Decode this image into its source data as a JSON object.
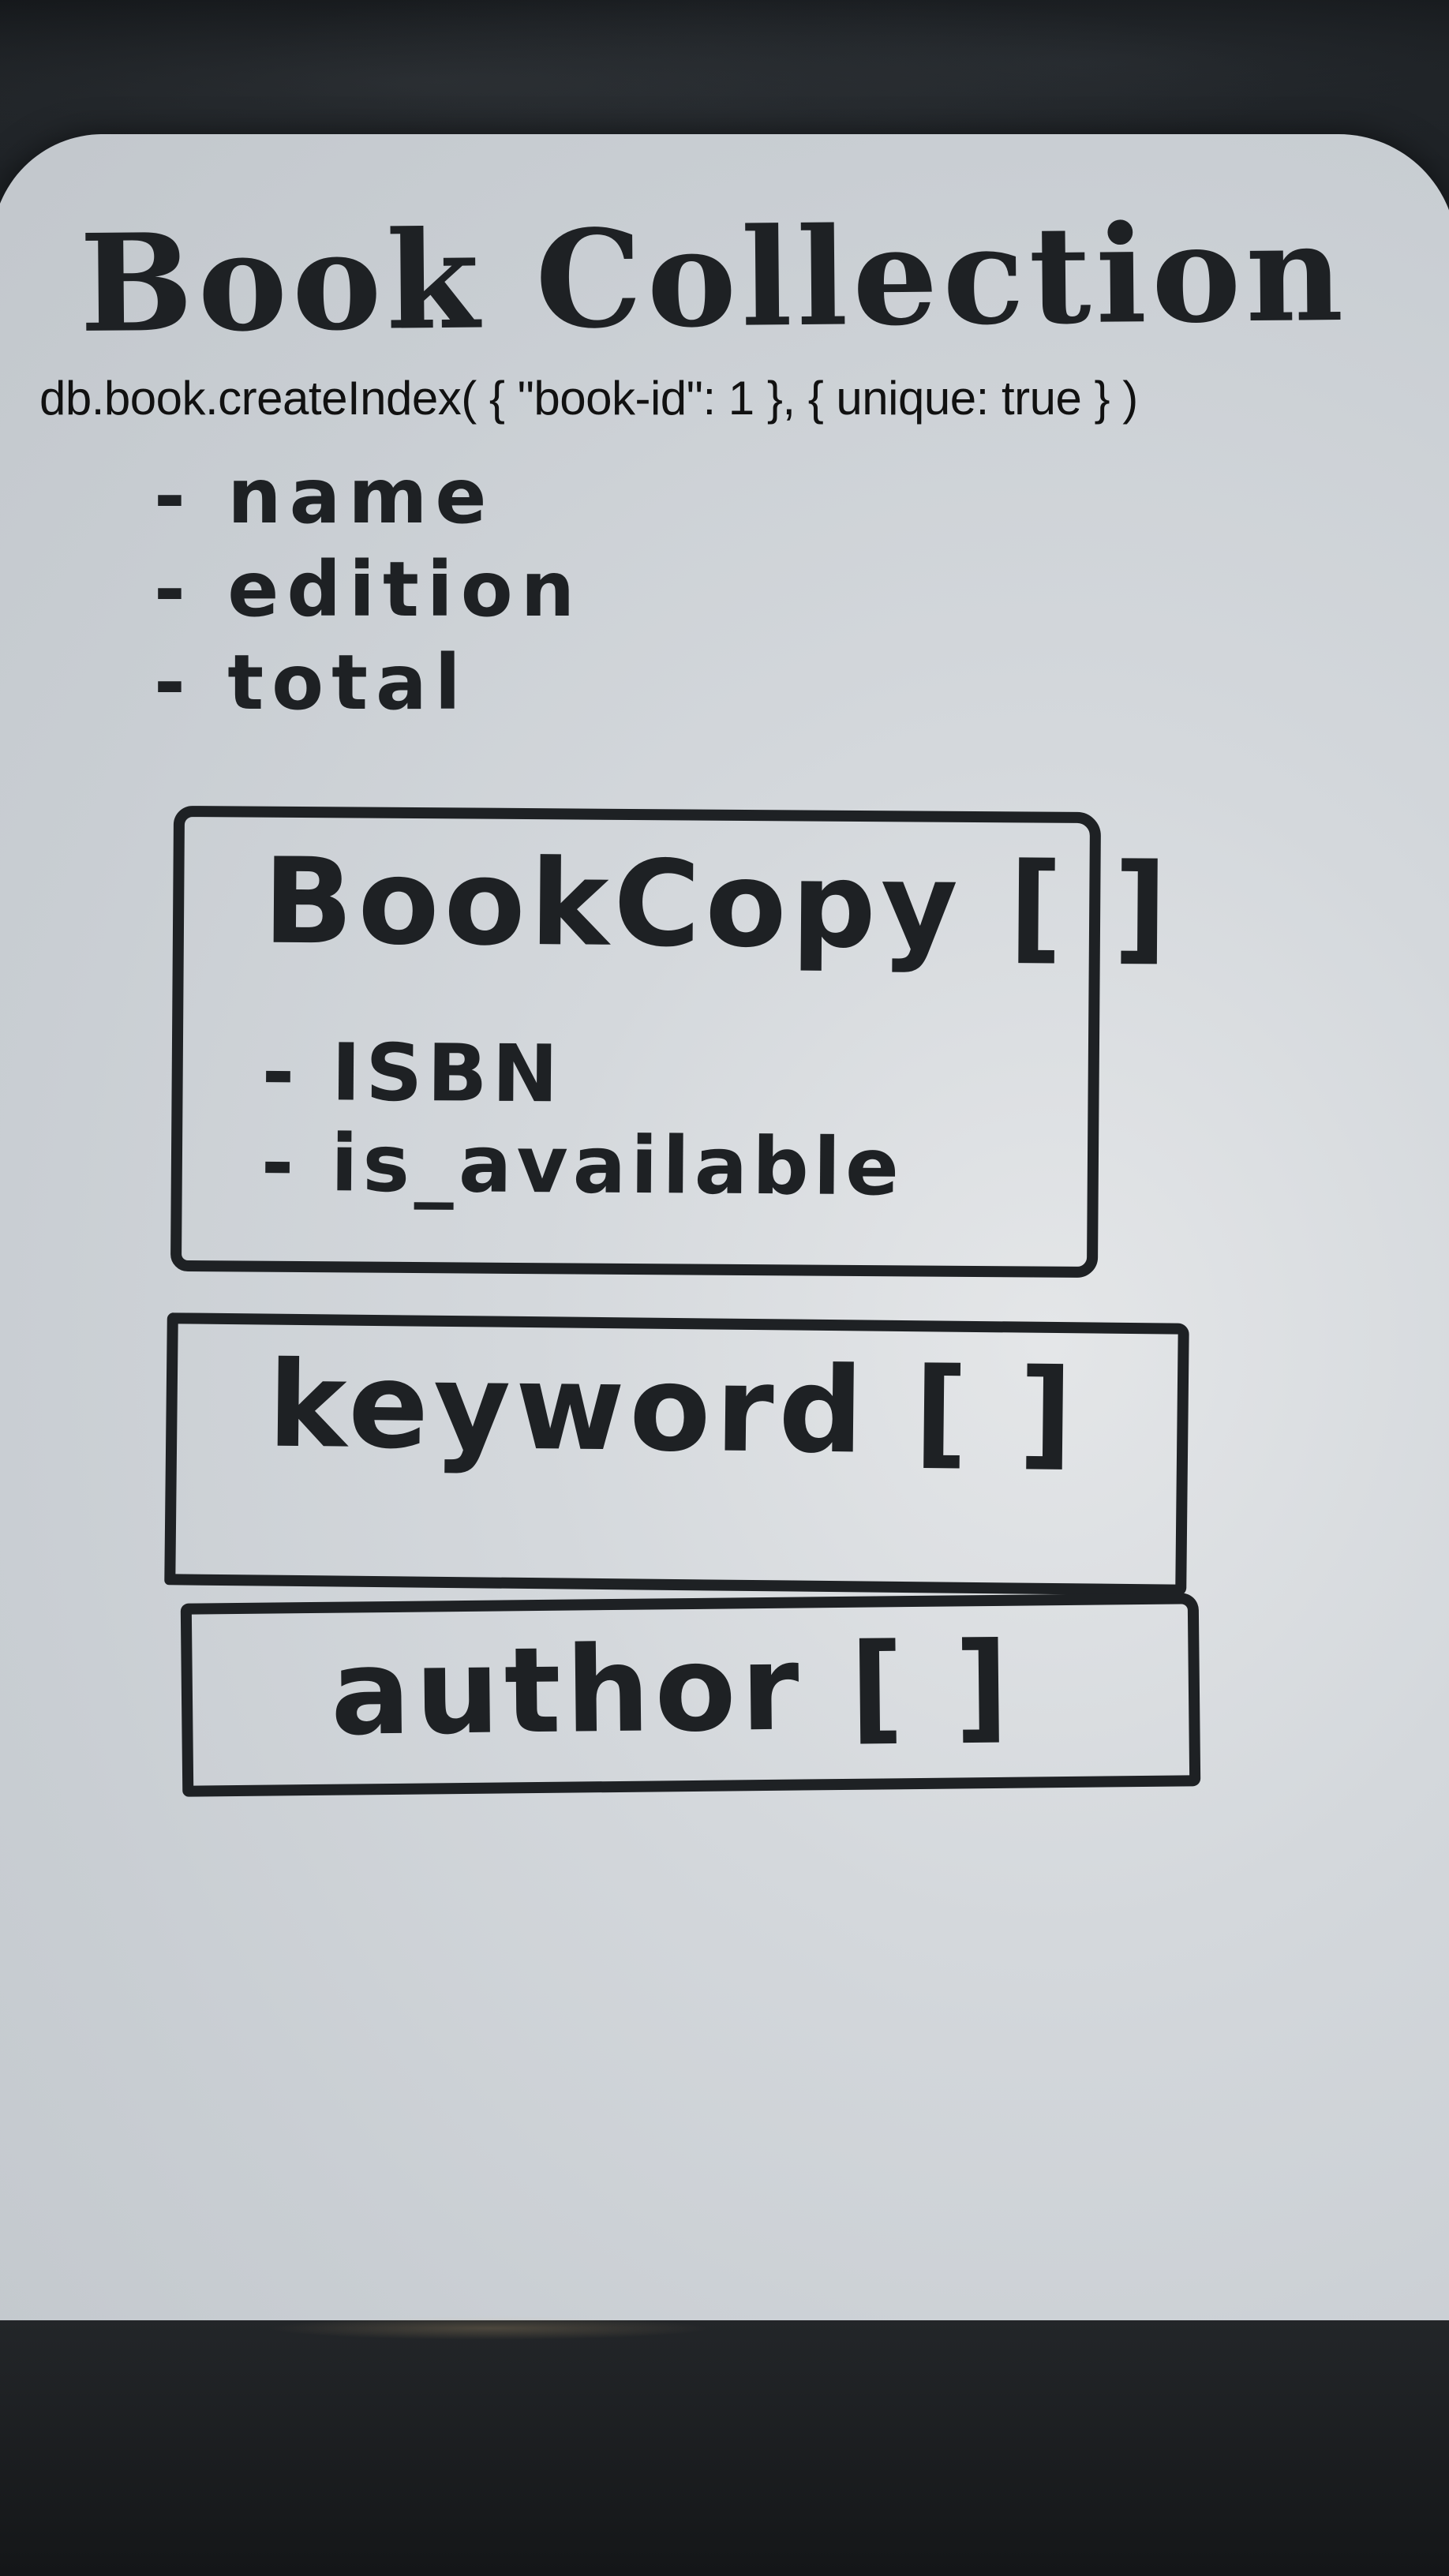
{
  "title": "Book Collection",
  "index_command": "db.book.createIndex( { \"book-id\": 1 }, { unique: true } )",
  "fields": [
    "- name",
    "- edition",
    "- total"
  ],
  "boxes": [
    {
      "title": "BookCopy [ ]",
      "fields": [
        "- ISBN",
        "- is_available"
      ]
    },
    {
      "title": "keyword [ ]",
      "fields": []
    },
    {
      "title": "author [ ]",
      "fields": []
    }
  ],
  "colors": {
    "ink": "#1e2124",
    "board": "#d4d8dc",
    "background": "#1a1c1e"
  }
}
